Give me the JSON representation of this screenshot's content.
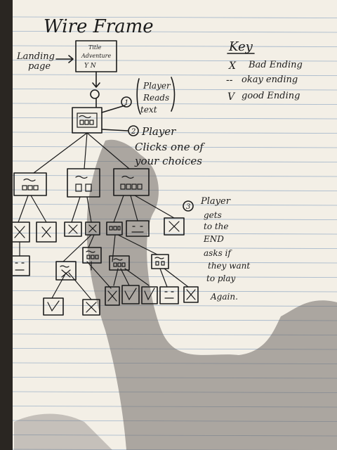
{
  "title": "Wire Frame",
  "landing": {
    "label_line1": "Landing",
    "label_line2": "page",
    "box_line1": "Title",
    "box_line2": "Adventure",
    "box_line3": "Y N"
  },
  "key": {
    "heading": "Key",
    "items": [
      {
        "symbol": "X",
        "label": "Bad Ending"
      },
      {
        "symbol": "--",
        "label": "okay ending"
      },
      {
        "symbol": "V",
        "label": "good Ending"
      }
    ]
  },
  "steps": {
    "s1": {
      "num": "1",
      "line1": "Player",
      "line2": "Reads",
      "line3": "text"
    },
    "s2": {
      "num": "2",
      "line1": "Player",
      "line2": "Clicks one of",
      "line3": "your choices"
    },
    "s3": {
      "num": "3",
      "line1": "Player",
      "line2": "gets",
      "line3": "to the",
      "line4": "END",
      "line5": "asks if",
      "line6": "they want",
      "line7": "to play",
      "line8": "Again."
    }
  },
  "colors": {
    "paper": "#f3efe6",
    "rule": "#9fb3c9",
    "margin": "#d98b8b",
    "ink": "#1b1b1b",
    "shadow": "#6f6a66"
  }
}
